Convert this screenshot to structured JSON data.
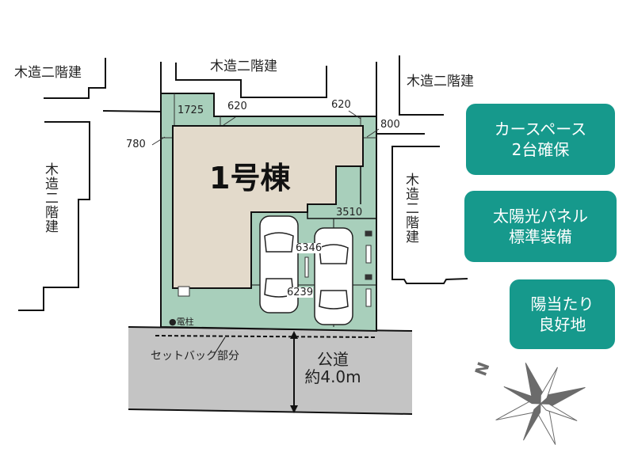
{
  "neighbors": {
    "top_left": "木造二階建",
    "top_center": "木造二階建",
    "top_right": "木造二階建",
    "left": "木造二階建",
    "right": "木造二階建"
  },
  "building": {
    "label": "1号棟"
  },
  "dimensions": {
    "d1725": "1725",
    "d620_left": "620",
    "d620_right": "620",
    "d800": "800",
    "d780": "780",
    "d3510": "3510",
    "d6346": "6346",
    "d6239": "6239"
  },
  "utility_pole": "●電柱",
  "setback": "セットバック部分",
  "road": {
    "line1": "公道",
    "line2": "約4.0m"
  },
  "badges": [
    {
      "line1": "カースペース",
      "line2": "2台確保"
    },
    {
      "line1": "太陽光パネル",
      "line2": "標準装備"
    },
    {
      "line1": "陽当たり",
      "line2": "良好地"
    }
  ],
  "compass": {
    "north_label": "N"
  },
  "colors": {
    "lot": "#a8cfbb",
    "building": "#e3dacb",
    "road": "#c4c4c4",
    "badge": "#16998c",
    "compass": "#6b6b6b"
  }
}
